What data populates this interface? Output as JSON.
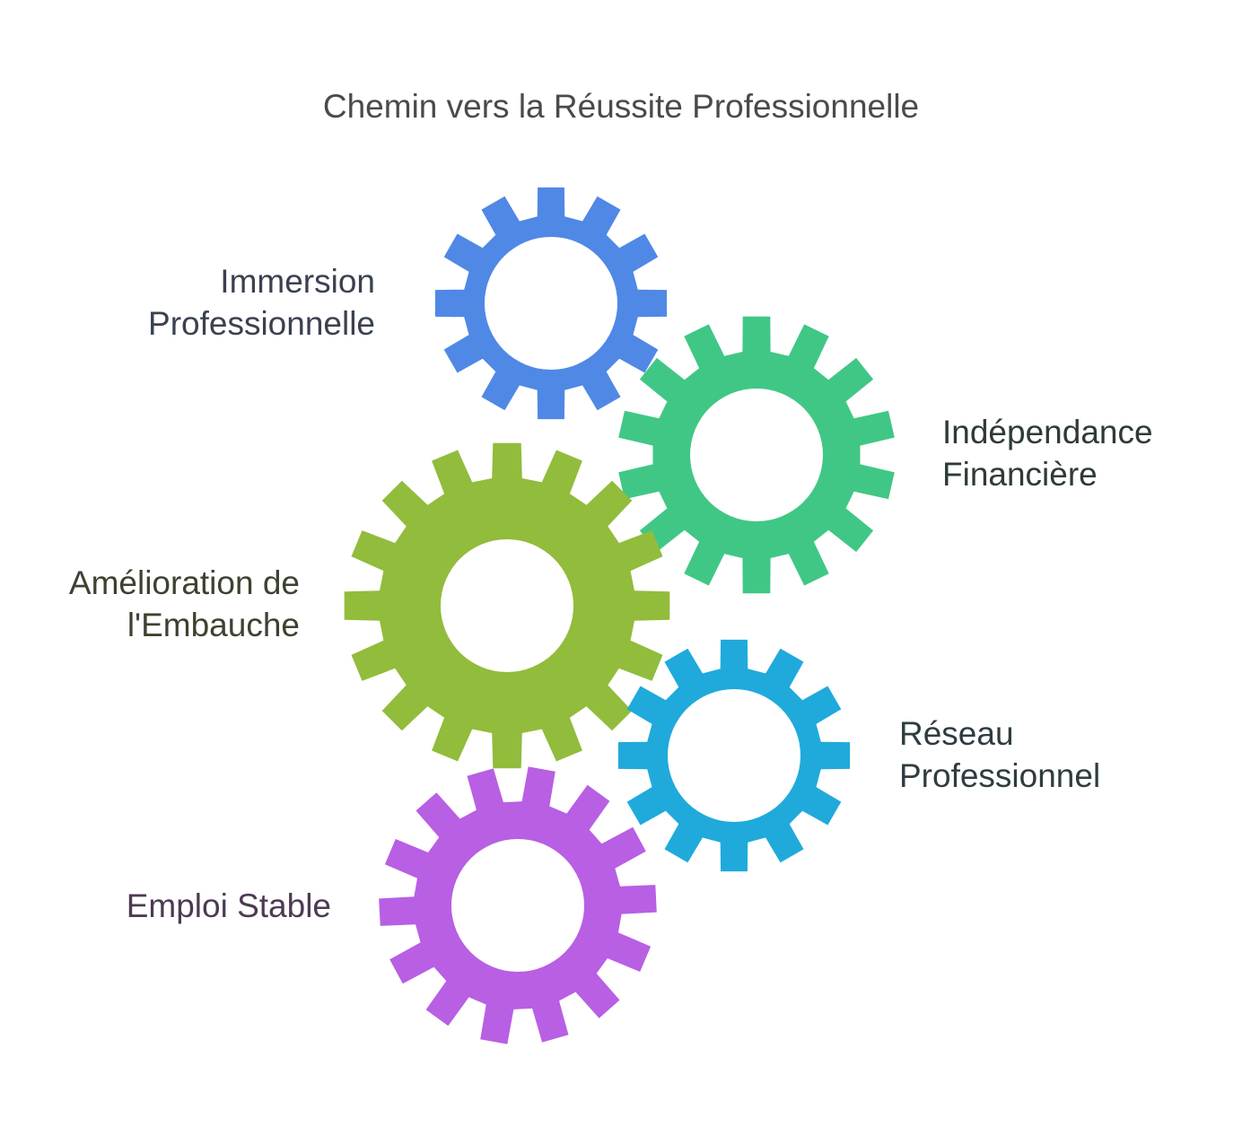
{
  "title": "Chemin vers la Réussite Professionnelle",
  "gears": [
    {
      "id": "immersion",
      "lines": [
        "Immersion",
        "Professionnelle"
      ],
      "color": "#5088E6",
      "text_color": "#3A4150",
      "icon": "gear-icon"
    },
    {
      "id": "independance",
      "lines": [
        "Indépendance",
        "Financière"
      ],
      "color": "#40C785",
      "text_color": "#2E3B34",
      "icon": "gear-icon"
    },
    {
      "id": "amelioration",
      "lines": [
        "Amélioration de",
        "l'Embauche"
      ],
      "color": "#92BC3C",
      "text_color": "#3C4230",
      "icon": "gear-icon"
    },
    {
      "id": "reseau",
      "lines": [
        "Réseau",
        "Professionnel"
      ],
      "color": "#1FAADB",
      "text_color": "#2F3C42",
      "icon": "gear-icon"
    },
    {
      "id": "emploi",
      "lines": [
        "Emploi Stable"
      ],
      "color": "#B85FE4",
      "text_color": "#4C3A54",
      "icon": "gear-icon"
    }
  ]
}
